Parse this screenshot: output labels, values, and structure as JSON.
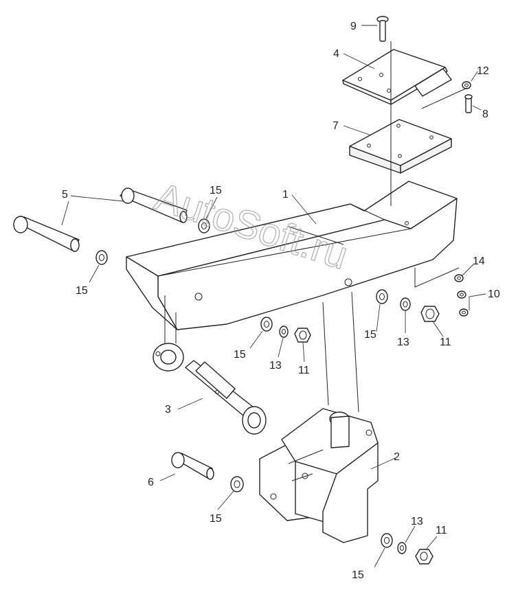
{
  "watermark": "AutoSoft.ru",
  "callouts": {
    "c1": "1",
    "c2": "2",
    "c3": "3",
    "c4": "4",
    "c5": "5",
    "c6": "6",
    "c7": "7",
    "c8": "8",
    "c9": "9",
    "c10": "10",
    "c11a": "11",
    "c11b": "11",
    "c11c": "11",
    "c12": "12",
    "c13a": "13",
    "c13b": "13",
    "c13c": "13",
    "c14": "14",
    "c15a": "15",
    "c15b": "15",
    "c15c": "15",
    "c15d": "15",
    "c15e": "15"
  }
}
